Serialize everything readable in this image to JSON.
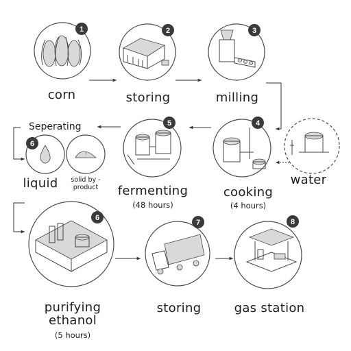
{
  "steps": {
    "corn": {
      "number": "1",
      "label": "corn"
    },
    "storing1": {
      "number": "2",
      "label": "storing"
    },
    "milling": {
      "number": "3",
      "label": "milling"
    },
    "cooking": {
      "number": "4",
      "label": "cooking",
      "note": "(4 hours)"
    },
    "fermenting": {
      "number": "5",
      "label": "fermenting",
      "note": "(48 hours)"
    },
    "liquid": {
      "number": "6",
      "label": "liquid"
    },
    "purifying": {
      "number": "6",
      "label_line1": "purifying",
      "label_line2": "ethanol",
      "note": "(5 hours)"
    },
    "storing2": {
      "number": "7",
      "label": "storing"
    },
    "gas_station": {
      "number": "8",
      "label": "gas station"
    }
  },
  "separating_label": "Seperating",
  "solid_byproduct_label": "solid by - product",
  "water_label": "water",
  "colors": {
    "badge": "#3a3a3a",
    "line": "#333333",
    "circle_stroke": "#4a4a4a"
  }
}
